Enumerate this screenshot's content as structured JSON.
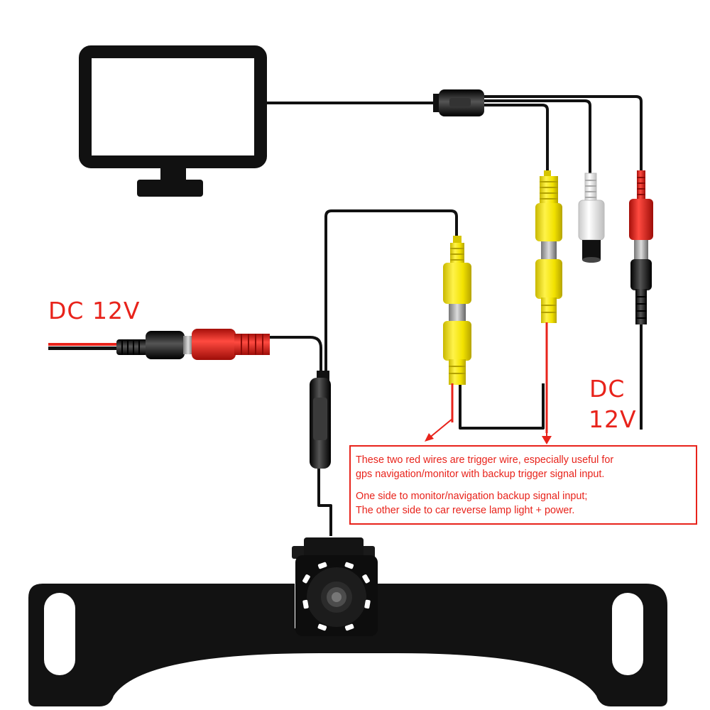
{
  "labels": {
    "dc_left": "DC 12V",
    "dc_right_line1": "DC",
    "dc_right_line2": "12V"
  },
  "note": {
    "line1": "These two red wires are trigger wire, especially useful for",
    "line2": "gps navigation/monitor with backup trigger signal input.",
    "line3": "One side to monitor/navigation backup signal input;",
    "line4": "The other side to car reverse lamp light + power."
  },
  "colors": {
    "accent": "#e8231b",
    "wire": "#111111",
    "rca_yellow": "#f2e200",
    "rca_white": "#f2f2f2",
    "rca_red": "#e8231b",
    "led": "#ffffff",
    "bracket": "#121212"
  },
  "components": [
    "monitor-icon",
    "av-splitter-connector",
    "rca-yellow-connector",
    "rca-white-connector",
    "power-plug-red",
    "dc-barrel-connector",
    "backup-camera",
    "license-plate-bracket"
  ]
}
